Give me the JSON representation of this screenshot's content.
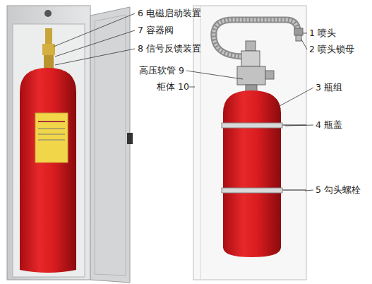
{
  "diagram": {
    "labels": [
      "6 电磁启动装置",
      "7 容器阀",
      "8 信号反馈装置",
      "高压软管 9",
      "柜体 10",
      "1 喷头",
      "2 喷头锁母",
      "3 瓶组",
      "4 瓶盖",
      "5 勾头螺栓"
    ]
  }
}
